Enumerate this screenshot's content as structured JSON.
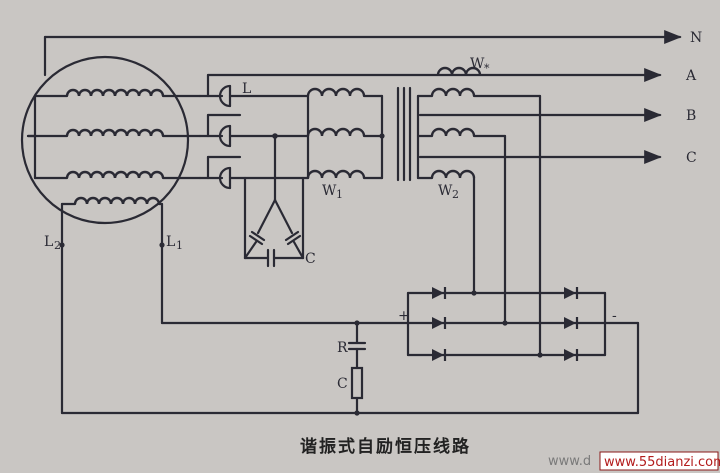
{
  "diagram": {
    "caption": "谐振式自励恒压线路",
    "labels": {
      "N": "N",
      "A": "A",
      "B": "B",
      "C_out": "C",
      "L": "L",
      "W_star": "W",
      "W_star_sub": "*",
      "W1": "W",
      "W1_sub": "1",
      "W2": "W",
      "W2_sub": "2",
      "cap_C": "C",
      "L2": "L",
      "L2_sub": "2",
      "L1": "L",
      "L1_sub": "1",
      "R": "R",
      "C_filter": "C",
      "plus": "+",
      "minus": "-"
    }
  },
  "watermark": {
    "prefix": "www.d",
    "site": "www.55dianzi.com"
  },
  "colors": {
    "background": "#c9c6c3",
    "ink": "#2a2a34",
    "watermark": "#b31c1c"
  }
}
